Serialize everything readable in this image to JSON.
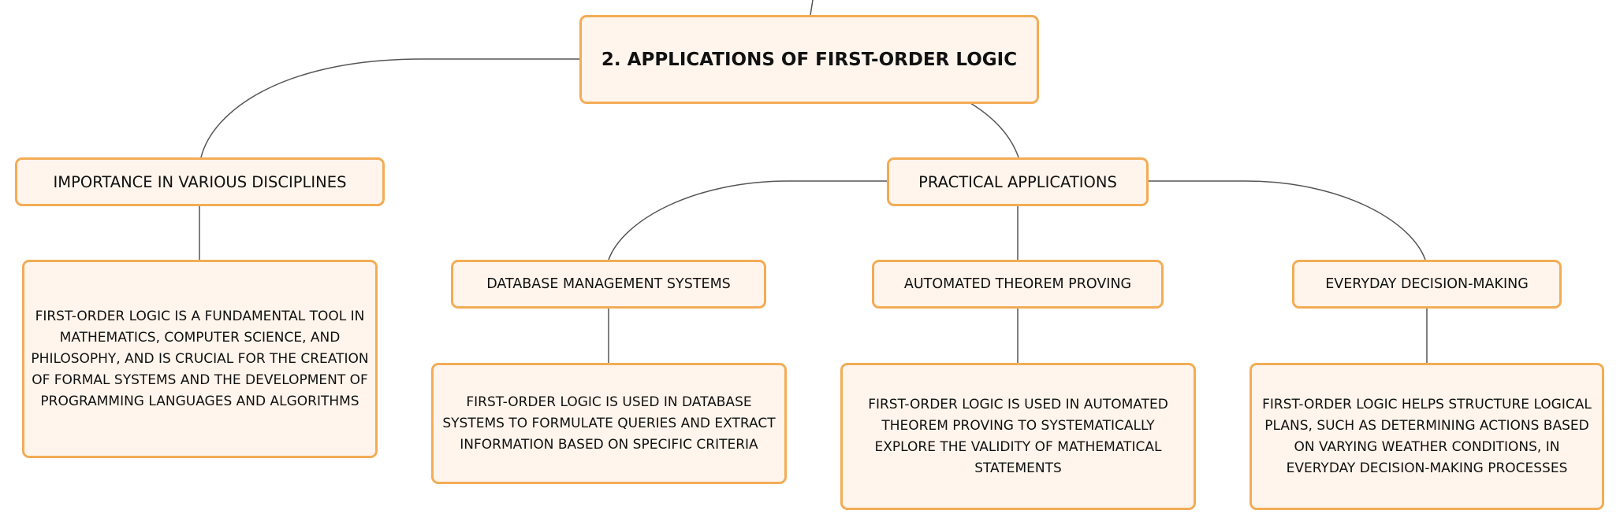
{
  "diagram": {
    "root": {
      "label": "2. APPLICATIONS OF FIRST-ORDER LOGIC"
    },
    "importance": {
      "label": "IMPORTANCE IN VARIOUS DISCIPLINES",
      "detail": "FIRST-ORDER LOGIC IS A FUNDAMENTAL TOOL IN MATHEMATICS, COMPUTER SCIENCE, AND PHILOSOPHY, AND IS CRUCIAL FOR THE CREATION OF FORMAL SYSTEMS AND THE DEVELOPMENT OF PROGRAMMING LANGUAGES AND ALGORITHMS"
    },
    "practical": {
      "label": "PRACTICAL APPLICATIONS",
      "children": [
        {
          "label": "DATABASE MANAGEMENT SYSTEMS",
          "detail": "FIRST-ORDER LOGIC IS USED IN DATABASE SYSTEMS TO FORMULATE QUERIES AND EXTRACT INFORMATION BASED ON SPECIFIC CRITERIA"
        },
        {
          "label": "AUTOMATED THEOREM PROVING",
          "detail": "FIRST-ORDER LOGIC IS USED IN AUTOMATED THEOREM PROVING TO SYSTEMATICALLY EXPLORE THE VALIDITY OF MATHEMATICAL STATEMENTS"
        },
        {
          "label": "EVERYDAY DECISION-MAKING",
          "detail": "FIRST-ORDER LOGIC HELPS STRUCTURE LOGICAL PLANS, SUCH AS DETERMINING ACTIONS BASED ON VARYING WEATHER CONDITIONS, IN EVERYDAY DECISION-MAKING PROCESSES"
        }
      ]
    }
  },
  "colors": {
    "node_fill": "#fff5ec",
    "node_border": "#f3ac55",
    "connector": "#555555",
    "text": "#111111"
  }
}
